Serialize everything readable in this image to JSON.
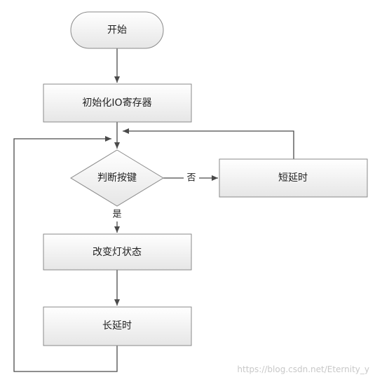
{
  "flowchart": {
    "start": "开始",
    "init_io": "初始化IO寄存器",
    "check_key": "判断按键",
    "no_label": "否",
    "short_delay": "短延时",
    "yes_label": "是",
    "toggle_light": "改变灯状态",
    "long_delay": "长延时"
  },
  "watermark": "https://blog.csdn.net/Eternity_y"
}
